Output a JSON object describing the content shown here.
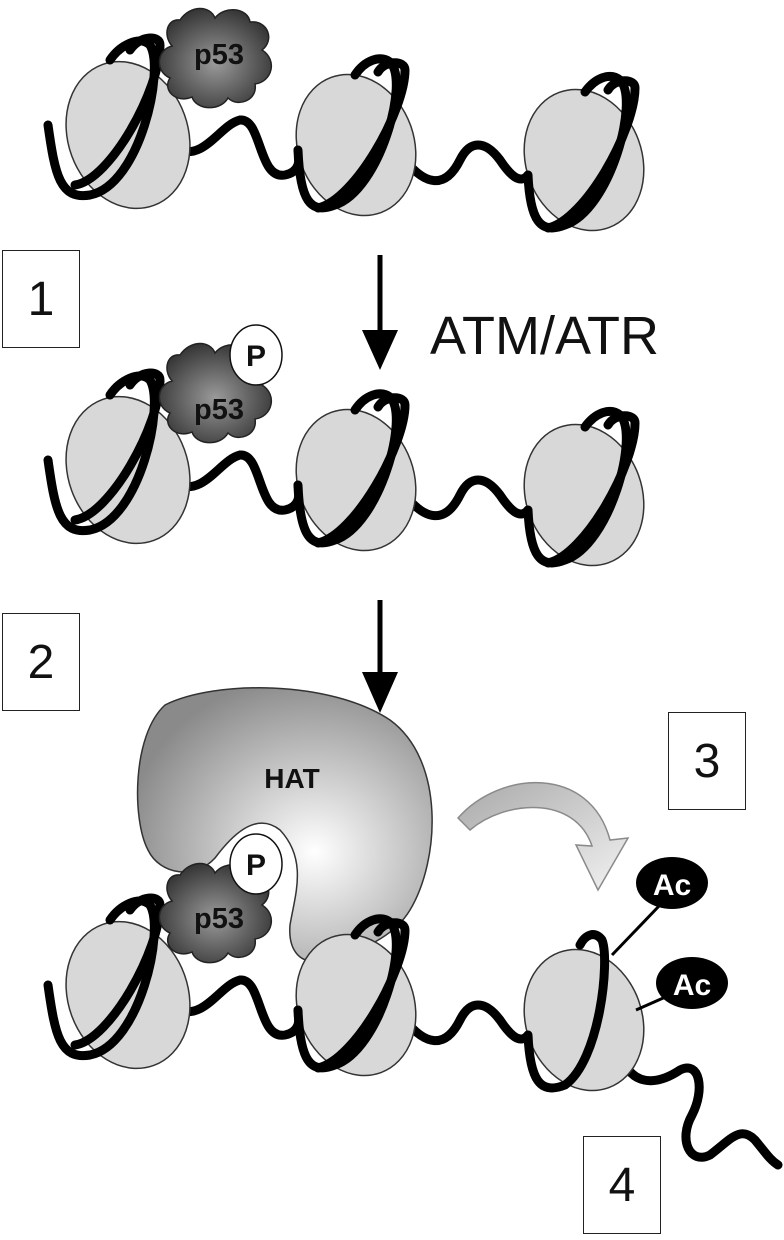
{
  "diagram": {
    "steps": [
      "1",
      "2",
      "3",
      "4"
    ],
    "kinase_label": "ATM/ATR",
    "p53_label": "p53",
    "phospho_label": "P",
    "hat_label": "HAT",
    "acetyl_label": "Ac",
    "colors": {
      "nucleosome_fill": "#d8d8d8",
      "dna_strand": "#000000",
      "p53_dark": "#3a3a3a",
      "p53_light": "#8a8a8a",
      "hat_dark": "#8c8c8c",
      "hat_light": "#ffffff",
      "acetyl_fill": "#000000",
      "curved_arrow": "#bdbdbd"
    }
  }
}
